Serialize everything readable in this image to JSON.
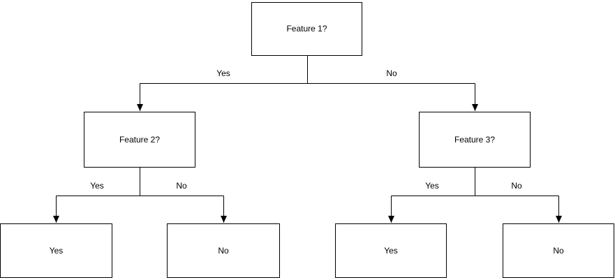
{
  "diagram": {
    "type": "decision-tree",
    "nodes": {
      "root": {
        "label": "Feature 1?"
      },
      "feature2": {
        "label": "Feature 2?"
      },
      "feature3": {
        "label": "Feature 3?"
      },
      "leaf_yes_left": {
        "label": "Yes"
      },
      "leaf_no_left": {
        "label": "No"
      },
      "leaf_yes_right": {
        "label": "Yes"
      },
      "leaf_no_right": {
        "label": "No"
      }
    },
    "edges": {
      "root_to_feature2": {
        "label": "Yes"
      },
      "root_to_feature3": {
        "label": "No"
      },
      "feature2_to_yes": {
        "label": "Yes"
      },
      "feature2_to_no": {
        "label": "No"
      },
      "feature3_to_yes": {
        "label": "Yes"
      },
      "feature3_to_no": {
        "label": "No"
      }
    },
    "colors": {
      "node_fill": "#ffffff",
      "node_border": "#000000",
      "edge": "#000000",
      "text": "#000000",
      "background": "#ffffff"
    }
  }
}
